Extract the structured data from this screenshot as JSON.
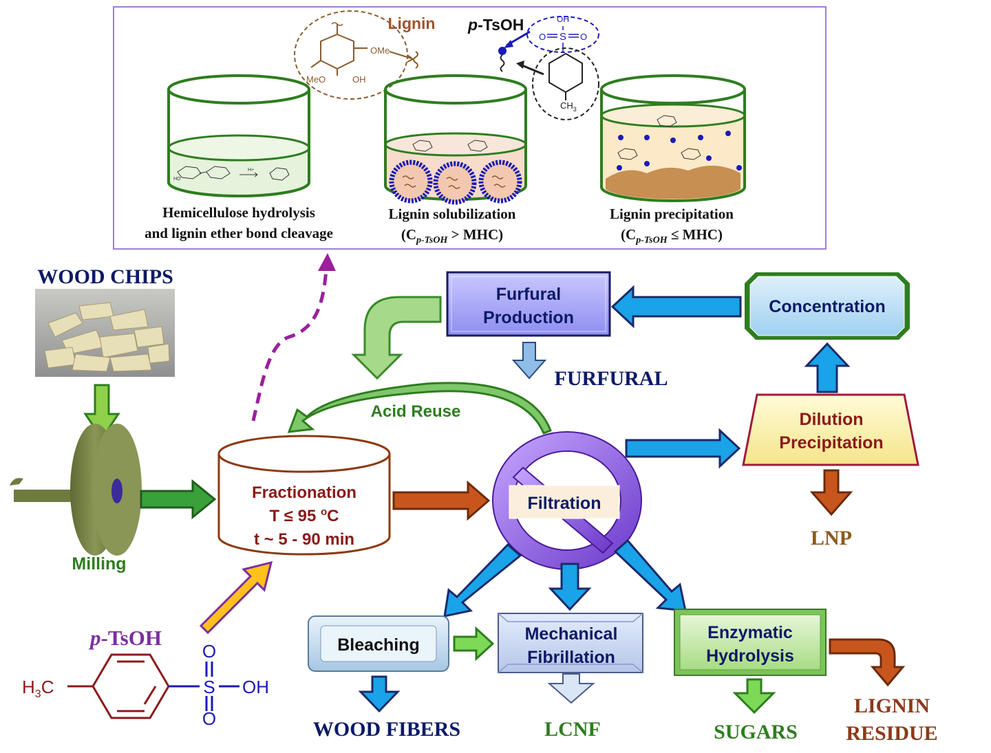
{
  "inset": {
    "stages": [
      {
        "line1": "Hemicellulose hydrolysis",
        "line2": "and lignin ether bond cleavage"
      },
      {
        "line1": "Lignin solubilization",
        "line2_prefix": "(C",
        "line2_sub": "p-TsOH",
        "line2_suffix": " > MHC)"
      },
      {
        "line1": "Lignin precipitation",
        "line2_prefix": "(C",
        "line2_sub": "p-TsOH",
        "line2_suffix": " ≤ MHC)"
      }
    ],
    "lignin_label": "Lignin",
    "lignin_ome": "OMe",
    "lignin_meo": "MeO",
    "lignin_oh": "OH",
    "ptsoh_label": "p-TsOH",
    "sulfonyl_oh": "OH",
    "sulfonyl_s": "S",
    "sulfonyl_o1": "O",
    "sulfonyl_o2": "O",
    "methyl": "CH",
    "methyl_sub": "3",
    "hplus": "H+"
  },
  "wood_chips": "WOOD CHIPS",
  "milling": "Milling",
  "fractionation": {
    "line1": "Fractionation",
    "line2_prefix": "T ≤ 95 ",
    "line2_sup": "o",
    "line2_suffix": "C",
    "line3": "t ~ 5 - 90 min"
  },
  "acid_reuse": "Acid Reuse",
  "filtration": "Filtration",
  "furfural_production": {
    "line1": "Furfural",
    "line2": "Production"
  },
  "furfural": "FURFURAL",
  "concentration": "Concentration",
  "dilution_precipitation": {
    "line1": "Dilution",
    "line2": "Precipitation"
  },
  "lnp": "LNP",
  "bleaching": "Bleaching",
  "wood_fibers": "WOOD FIBERS",
  "mechanical_fibrillation": {
    "line1": "Mechanical",
    "line2": "Fibrillation"
  },
  "lcnf": "LCNF",
  "enzymatic_hydrolysis": {
    "line1": "Enzymatic",
    "line2": "Hydrolysis"
  },
  "sugars": "SUGARS",
  "lignin_residue": {
    "line1": "LIGNIN",
    "line2": "RESIDUE"
  },
  "ptsoh_structure": {
    "label_p": "p",
    "label_rest": "-TsOH",
    "h3c": "H",
    "h3c_sub": "3",
    "h3c_c": "C",
    "s": "S",
    "o_top": "O",
    "o_bot": "O",
    "oh": "OH"
  },
  "colors": {
    "purple_frame": "#9b7fd4",
    "green_dark": "#2e7d1f",
    "navy": "#0d1a66",
    "brown": "#8b3a0f",
    "blue_arrow": "#1aa3e8",
    "purple_text": "#7b2fa0",
    "lnp_brown": "#8b5a1a"
  }
}
